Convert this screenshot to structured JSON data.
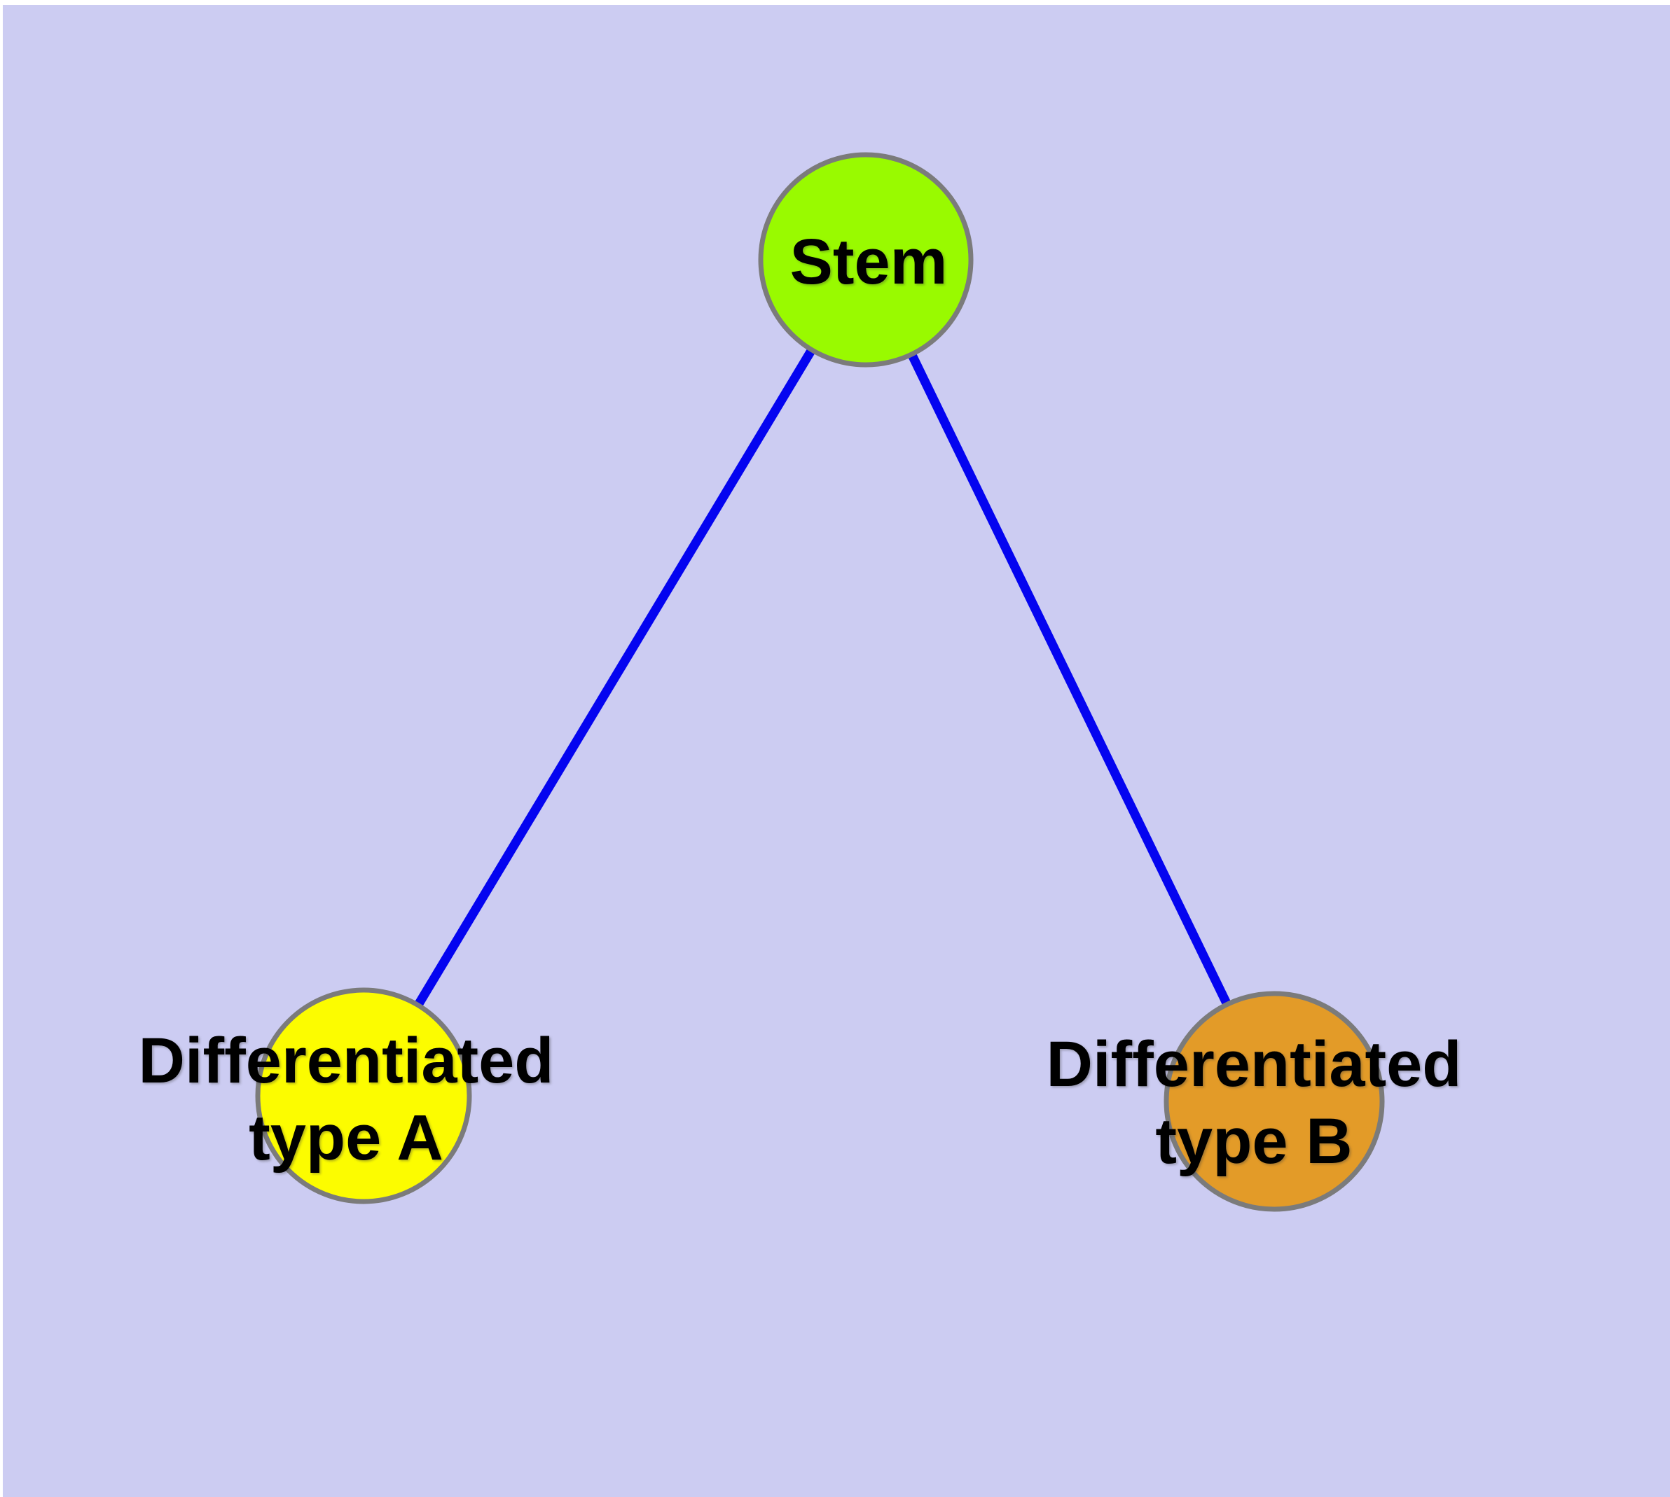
{
  "diagram": {
    "type": "node-link-graph",
    "nodes": [
      {
        "id": "stem",
        "label": "Stem",
        "label_lines": [
          "Stem"
        ],
        "shape": "circle",
        "color": "#99FA00"
      },
      {
        "id": "differentiated-type-a",
        "label": "Differentiated type A",
        "label_lines": [
          "Differentiated",
          "type A"
        ],
        "shape": "circle",
        "color": "#FCFC00"
      },
      {
        "id": "differentiated-type-b",
        "label": "Differentiated type B",
        "label_lines": [
          "Differentiated",
          "type B"
        ],
        "shape": "circle",
        "color": "#E39B28"
      }
    ],
    "edges": [
      {
        "from": "stem",
        "to": "differentiated-type-a"
      },
      {
        "from": "stem",
        "to": "differentiated-type-b"
      }
    ],
    "colors": {
      "background": "#CCCCF2",
      "page_margin": "#FFFFFF",
      "edge": "#0404F0",
      "node_border": "#7B7B7B",
      "label_text": "#000000"
    }
  }
}
